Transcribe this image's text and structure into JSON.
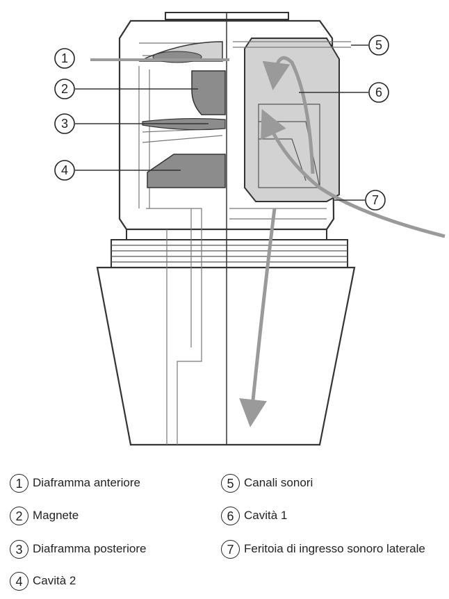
{
  "callouts": [
    "1",
    "2",
    "3",
    "4",
    "5",
    "6",
    "7"
  ],
  "legend": [
    {
      "num": "1",
      "label": "Diaframma anteriore"
    },
    {
      "num": "2",
      "label": "Magnete"
    },
    {
      "num": "3",
      "label": "Diaframma posteriore"
    },
    {
      "num": "4",
      "label": "Cavità 2"
    },
    {
      "num": "5",
      "label": "Canali sonori"
    },
    {
      "num": "6",
      "label": "Cavità 1"
    },
    {
      "num": "7",
      "label": "Feritoia di ingresso sonoro laterale"
    }
  ],
  "colors": {
    "outline": "#333333",
    "fill_dark": "#8c8c8c",
    "fill_light": "#d2d2d2",
    "arrow": "#9a9a9a"
  }
}
